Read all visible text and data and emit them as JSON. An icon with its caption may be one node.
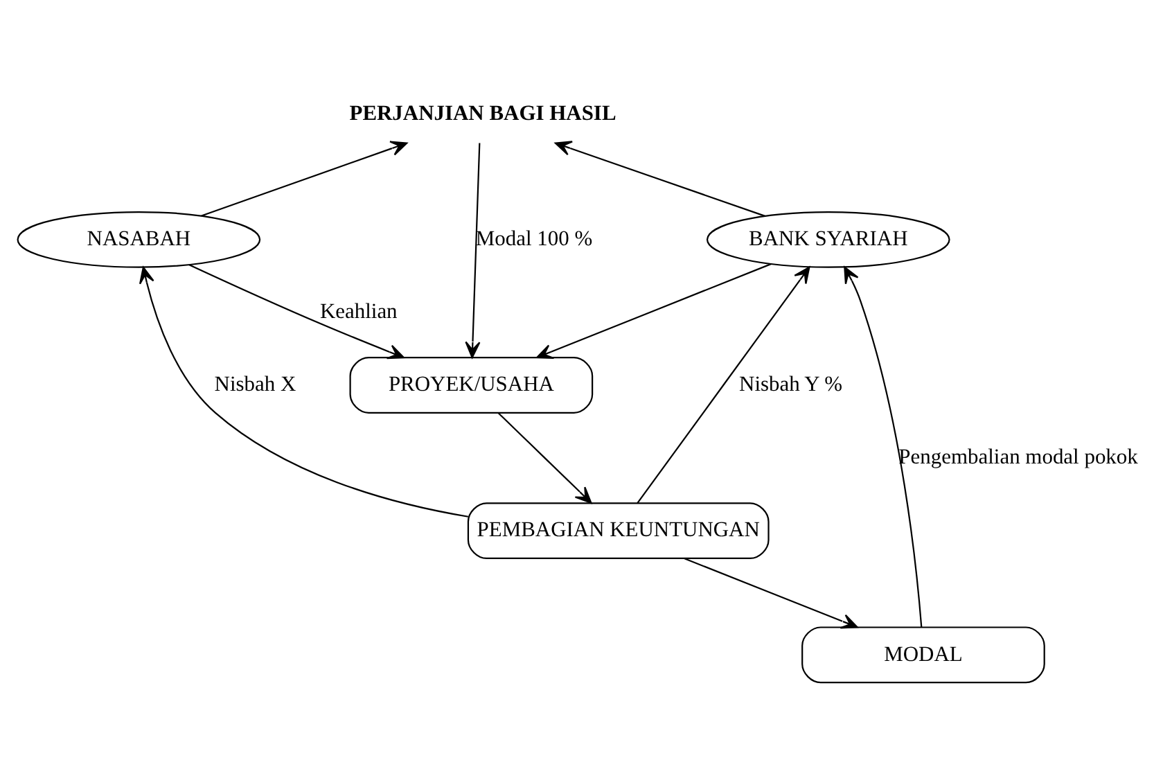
{
  "diagram": {
    "nodes": [
      {
        "text": [
          "PERJANJIAN BAGI HASIL"
        ]
      },
      {
        "text": [
          "NASABAH"
        ]
      },
      {
        "text": [
          "BANK SYARIAH"
        ]
      },
      {
        "text": [
          "PROYEK/USAHA"
        ]
      },
      {
        "text": [
          "PEMBAGIAN KEUNTUNGAN"
        ]
      },
      {
        "text": [
          "MODAL"
        ]
      }
    ],
    "edges": [
      {
        "from": 1,
        "to": 0,
        "arrow": "to"
      },
      {
        "from": 2,
        "to": 0,
        "arrow": "to"
      },
      {
        "from": 1,
        "to": 3,
        "arrow": "to",
        "label": "Keahlian"
      },
      {
        "from": 0,
        "to": 3,
        "arrow": "to",
        "label": "Modal 100 %"
      },
      {
        "from": 2,
        "to": 3,
        "arrow": "to"
      },
      {
        "from": 3,
        "to": 4,
        "arrow": "to"
      },
      {
        "from": 4,
        "to": 1,
        "arrow": "to",
        "label": "Nisbah X"
      },
      {
        "from": 4,
        "to": 2,
        "arrow": "to",
        "label": "Nisbah Y %"
      },
      {
        "from": 4,
        "to": 5,
        "arrow": "to"
      },
      {
        "from": 5,
        "to": 2,
        "arrow": "to",
        "label": "Pengembalian modal pokok"
      }
    ]
  }
}
